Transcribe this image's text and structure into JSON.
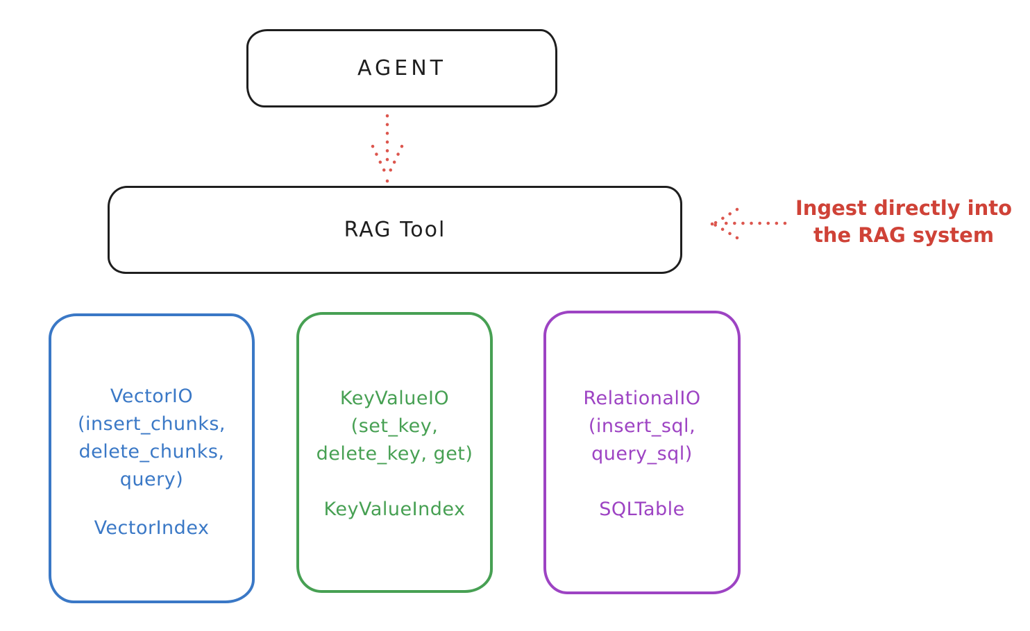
{
  "colors": {
    "stroke_black": "#1e1e1e",
    "red_arrow": "#dc564e",
    "red_text": "#cf4237",
    "blue": "#3a78c6",
    "green": "#47a053",
    "purple": "#9d43c3"
  },
  "agent": {
    "label": "AGENT"
  },
  "rag_tool": {
    "label": "RAG Tool"
  },
  "annotation": {
    "line1": "Ingest directly into",
    "line2": "the RAG system"
  },
  "backends": [
    {
      "name": "vector",
      "color": "#3a78c6",
      "lines": [
        "VectorIO",
        "(insert_chunks,",
        "delete_chunks,",
        "query)"
      ],
      "index_label": "VectorIndex"
    },
    {
      "name": "keyvalue",
      "color": "#47a053",
      "lines": [
        "KeyValueIO",
        "(set_key,",
        "delete_key, get)"
      ],
      "index_label": "KeyValueIndex"
    },
    {
      "name": "relational",
      "color": "#9d43c3",
      "lines": [
        "RelationalIO",
        "(insert_sql,",
        "query_sql)"
      ],
      "index_label": "SQLTable"
    }
  ]
}
